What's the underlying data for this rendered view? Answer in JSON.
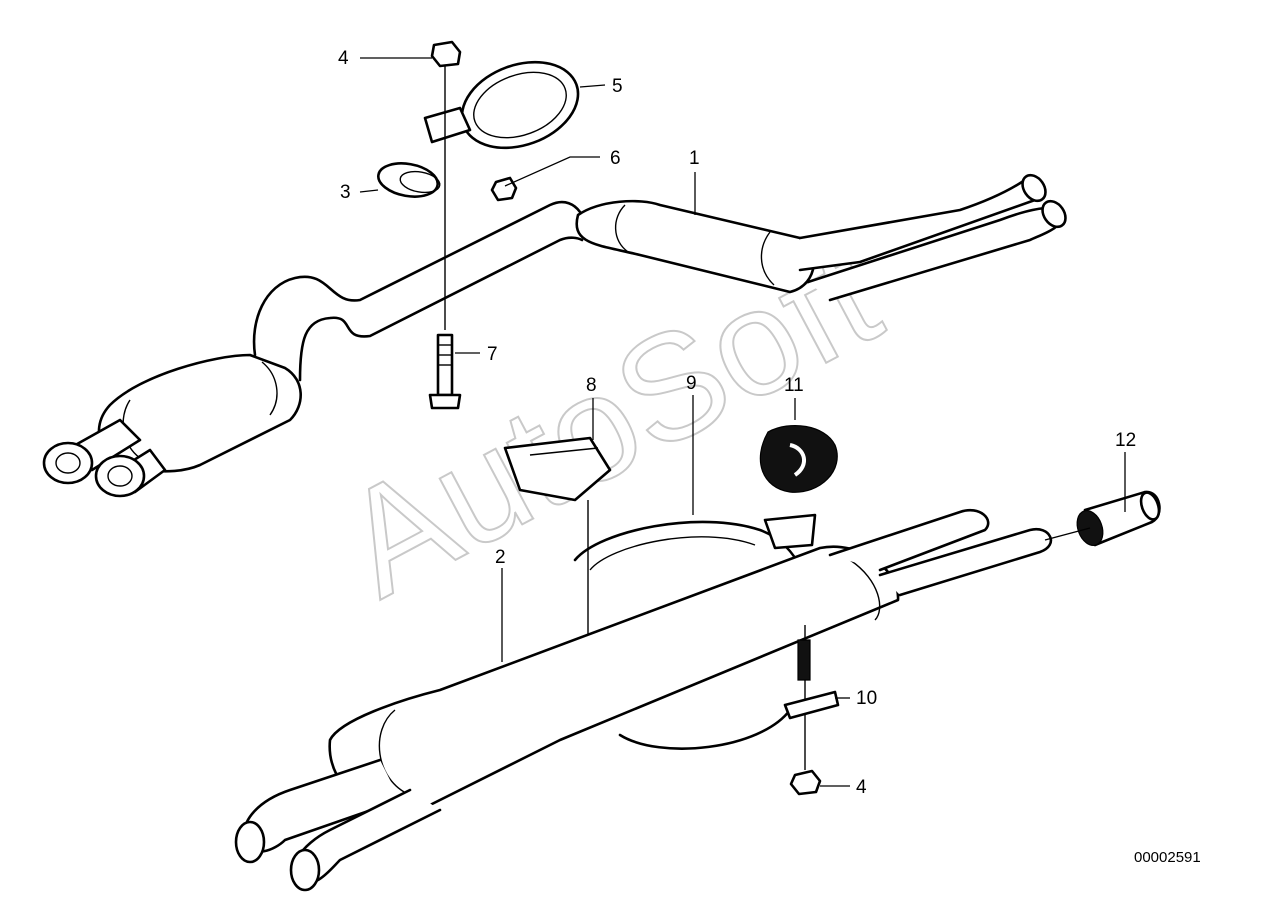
{
  "watermark": "AutoSoft",
  "catalog_number": "00002591",
  "callouts": {
    "c1": "1",
    "c2": "2",
    "c3": "3",
    "c4a": "4",
    "c4b": "4",
    "c5": "5",
    "c6": "6",
    "c7": "7",
    "c8": "8",
    "c9": "9",
    "c10": "10",
    "c11": "11",
    "c12": "12"
  }
}
